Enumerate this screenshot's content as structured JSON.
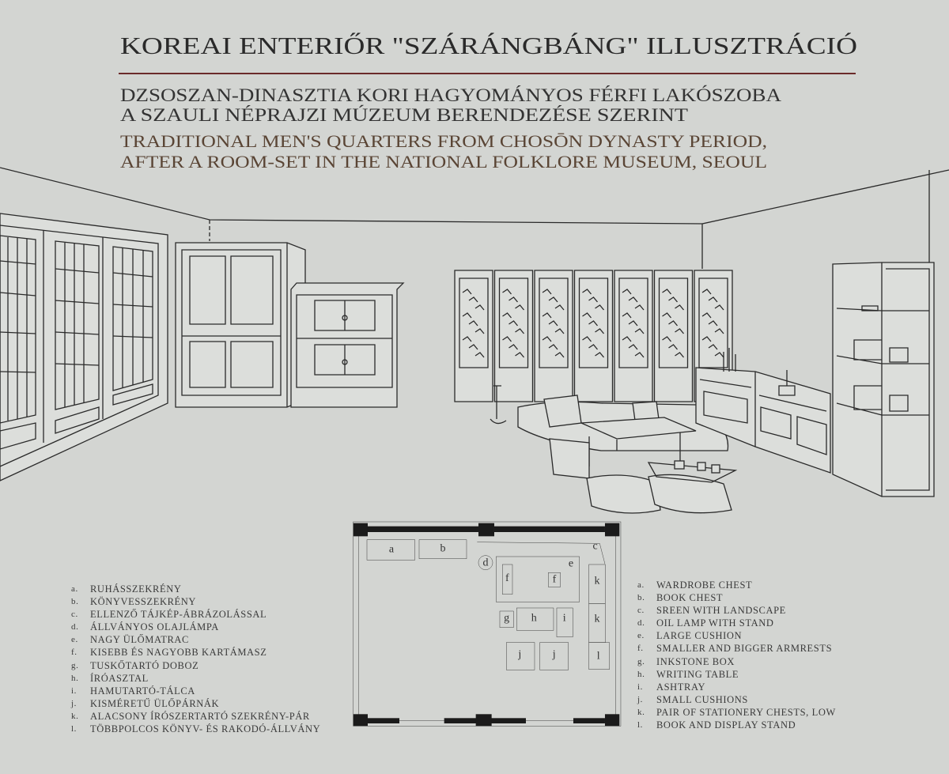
{
  "header": {
    "title": "KOREAI ENTERIŐR \"SZÁRÁNGBÁNG\" ILLUSZTRÁCIÓ",
    "subtitle_hu": [
      "DZSOSZAN-DINASZTIA  KORI HAGYOMÁNYOS FÉRFI LAKÓSZOBA",
      "A SZAULI NÉPRAJZI MÚZEUM BERENDEZÉSE SZERINT"
    ],
    "subtitle_en": [
      "TRADITIONAL MEN'S QUARTERS  FROM  CHOSŌN DYNASTY PERIOD,",
      "AFTER A ROOM-SET IN THE NATIONAL FOLKLORE MUSEUM, SEOUL"
    ]
  },
  "colors": {
    "background": "#d3d5d2",
    "title": "#2a2a2a",
    "rule": "#6b2a2a",
    "english": "#5a4535"
  },
  "legend_hu": [
    {
      "key": "a.",
      "label": "RUHÁSSZEKRÉNY"
    },
    {
      "key": "b.",
      "label": "KÖNYVESSZEKRÉNY"
    },
    {
      "key": "c.",
      "label": "ELLENZŐ TÁJKÉP-ÁBRÁZOLÁSSAL"
    },
    {
      "key": "d.",
      "label": "ÁLLVÁNYOS OLAJLÁMPA"
    },
    {
      "key": "e.",
      "label": "NAGY ÜLŐMATRAC"
    },
    {
      "key": "f.",
      "label": "KISEBB ÉS NAGYOBB KARTÁMASZ"
    },
    {
      "key": "g.",
      "label": "TUSKŐTARTÓ DOBOZ"
    },
    {
      "key": "h.",
      "label": "ÍRÓASZTAL"
    },
    {
      "key": "i.",
      "label": "HAMUTARTÓ-TÁLCA"
    },
    {
      "key": "j.",
      "label": "KISMÉRETŰ ÜLŐPÁRNÁK"
    },
    {
      "key": "k.",
      "label": "ALACSONY ÍRÓSZERTARTÓ SZEKRÉNY-PÁR"
    },
    {
      "key": "l.",
      "label": "TÖBBPOLCOS KÖNYV- ÉS RAKODÓ-ÁLLVÁNY"
    }
  ],
  "legend_en": [
    {
      "key": "a.",
      "label": "WARDROBE CHEST"
    },
    {
      "key": "b.",
      "label": "BOOK CHEST"
    },
    {
      "key": "c.",
      "label": "SREEN WITH LANDSCAPE"
    },
    {
      "key": "d.",
      "label": "OIL LAMP WITH STAND"
    },
    {
      "key": "e.",
      "label": "LARGE CUSHION"
    },
    {
      "key": "f.",
      "label": "SMALLER AND BIGGER ARMRESTS"
    },
    {
      "key": "g.",
      "label": "INKSTONE BOX"
    },
    {
      "key": "h.",
      "label": "WRITING TABLE"
    },
    {
      "key": "i.",
      "label": "ASHTRAY"
    },
    {
      "key": "j.",
      "label": "SMALL CUSHIONS"
    },
    {
      "key": "k.",
      "label": "PAIR OF STATIONERY CHESTS, LOW"
    },
    {
      "key": "l.",
      "label": "BOOK AND DISPLAY STAND"
    }
  ],
  "plan_labels": {
    "a": "a",
    "b": "b",
    "c": "c",
    "d": "d",
    "e": "e",
    "f1": "f",
    "f2": "f",
    "g": "g",
    "h": "h",
    "i": "i",
    "j1": "j",
    "j2": "j",
    "k1": "k",
    "k2": "k",
    "l": "l"
  }
}
